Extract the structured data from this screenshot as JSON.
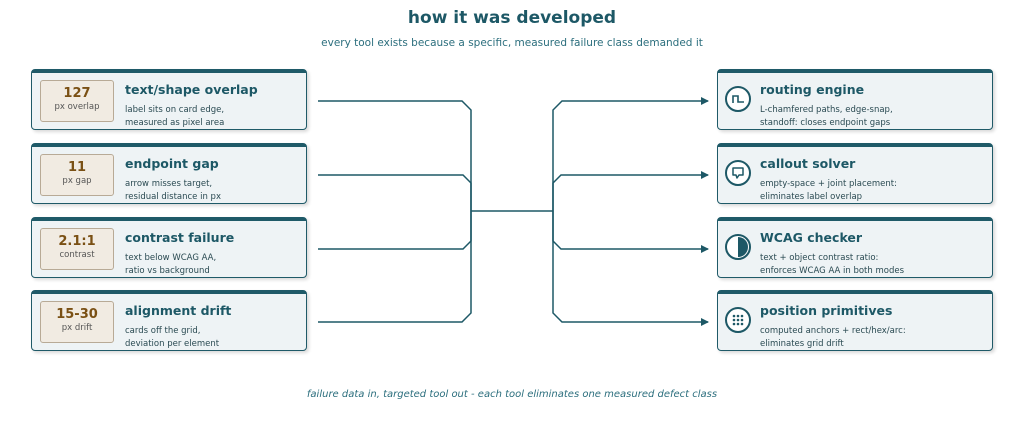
{
  "header": {
    "title": "how it was developed",
    "subtitle": "every tool exists because a specific, measured failure class demanded it"
  },
  "failures": [
    {
      "metric": "127",
      "unit": "px overlap",
      "title": "text/shape overlap",
      "desc": [
        "label sits on card edge,",
        "measured as pixel area"
      ]
    },
    {
      "metric": "11",
      "unit": "px gap",
      "title": "endpoint gap",
      "desc": [
        "arrow misses target,",
        "residual distance in px"
      ]
    },
    {
      "metric": "2.1:1",
      "unit": "contrast",
      "title": "contrast failure",
      "desc": [
        "text below WCAG AA,",
        "ratio vs background"
      ]
    },
    {
      "metric": "15-30",
      "unit": "px drift",
      "title": "alignment drift",
      "desc": [
        "cards off the grid,",
        "deviation per element"
      ]
    }
  ],
  "tools": [
    {
      "icon": "routing-path-icon",
      "title": "routing engine",
      "desc": [
        "L-chamfered paths, edge-snap,",
        "standoff: closes endpoint gaps"
      ]
    },
    {
      "icon": "callout-bubble-icon",
      "title": "callout solver",
      "desc": [
        "empty-space + joint placement:",
        "eliminates label overlap"
      ]
    },
    {
      "icon": "contrast-half-circle-icon",
      "title": "WCAG checker",
      "desc": [
        "text + object contrast ratio:",
        "enforces WCAG AA in both modes"
      ]
    },
    {
      "icon": "grid-dots-icon",
      "title": "position primitives",
      "desc": [
        "computed anchors + rect/hex/arc:",
        "eliminates grid drift"
      ]
    }
  ],
  "footer": {
    "text": "failure data in, targeted tool out - each tool eliminates one measured defect class"
  },
  "colors": {
    "accent": "#1d5866",
    "card_bg": "#eef3f5",
    "metric_bg": "#f1ebe2",
    "metric_text": "#7a5014"
  }
}
